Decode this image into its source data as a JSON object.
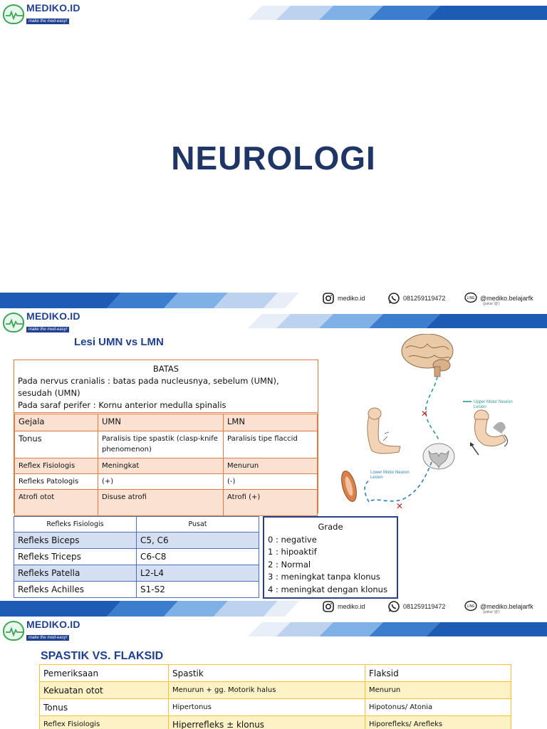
{
  "brand": {
    "name": "MEDIKO.ID",
    "tagline": "make the med-easy!",
    "accent": "#1f3f8f",
    "logo_green": "#3aa655"
  },
  "footer": {
    "instagram": "mediko.id",
    "whatsapp": "081259119472",
    "line": "@mediko.belajarfk",
    "line_note": "(pakai '@')",
    "icons": [
      "instagram-icon",
      "whatsapp-icon",
      "line-icon"
    ]
  },
  "slide1": {
    "title": "NEUROLOGI"
  },
  "slide2": {
    "title": "Lesi UMN vs LMN",
    "batas": {
      "header": "BATAS",
      "line1": "Pada nervus cranialis : batas pada nucleusnya, sebelum (UMN),",
      "line2": "sesudah (UMN)",
      "line3": "Pada saraf perifer : Kornu anterior medulla spinalis"
    },
    "umn_lmn_table": {
      "headers": [
        "Gejala",
        "UMN",
        "LMN"
      ],
      "rows": [
        [
          "Tonus",
          "Paralisis tipe spastik (clasp-knife phenomenon)",
          "Paralisis tipe flaccid"
        ],
        [
          "Reflex Fisiologis",
          "Meningkat",
          "Menurun"
        ],
        [
          "Refleks Patologis",
          "(+)",
          "(-)"
        ],
        [
          "Atrofi otot",
          "Disuse atrofi",
          "Atrofi (+)"
        ]
      ]
    },
    "refleks_table": {
      "headers": [
        "Refleks Fisiologis",
        "Pusat"
      ],
      "rows": [
        [
          "Refleks Biceps",
          "C5, C6"
        ],
        [
          "Refleks Triceps",
          "C6-C8"
        ],
        [
          "Refleks Patella",
          "L2-L4"
        ],
        [
          "Refleks Achilles",
          "S1-S2"
        ]
      ]
    },
    "grade": {
      "header": "Grade",
      "items": [
        "0 : negative",
        "1 : hipoaktif",
        "2 : Normal",
        "3 : meningkat tanpa klonus",
        "4 : meningkat dengan klonus"
      ]
    },
    "diagram": {
      "umn_label_1": "Upper Motor Neuron",
      "umn_label_2": "Lesion",
      "lmn_label_1": "Lower Motor Neuron",
      "lmn_label_2": "Lesion"
    }
  },
  "slide3": {
    "title": "SPASTIK VS. FLAKSID",
    "headers": [
      "Pemeriksaan",
      "Spastik",
      "Flaksid"
    ],
    "rows": [
      [
        "Kekuatan otot",
        "Menurun + gg. Motorik halus",
        "Menurun"
      ],
      [
        "Tonus",
        "Hipertonus",
        "Hipotonus/ Atonia"
      ],
      [
        "Reflex Fisiologis",
        "Hiperrefleks ± klonus",
        "Hiporefleks/ Arefleks"
      ]
    ]
  }
}
